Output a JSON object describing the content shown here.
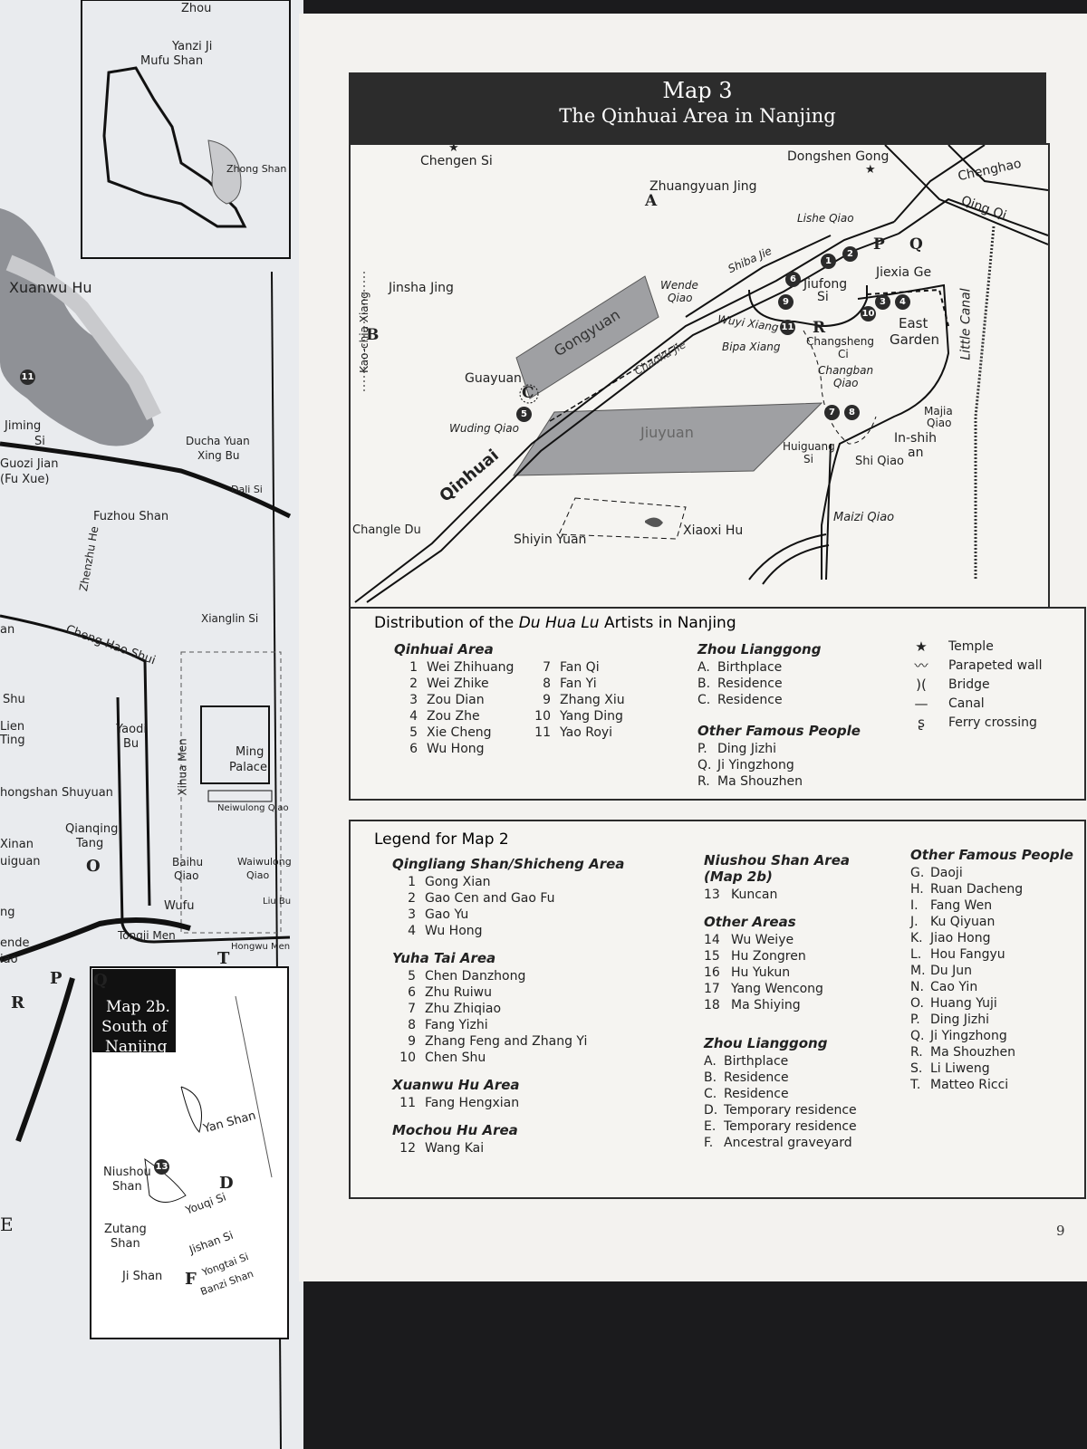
{
  "page_number": "9",
  "map3": {
    "title_line1": "Map 3",
    "title_line2": "The Qinhuai Area in Nanjing",
    "labels": {
      "chengen_si": "Chengen Si",
      "dongshen_gong": "Dongshen Gong",
      "chenghao": "Chenghao",
      "qing_qi": "Qing Qi",
      "zhuangyuan_jing": "Zhuangyuan Jing",
      "a": "A",
      "lishe_qiao": "Lishe Qiao",
      "p": "P",
      "q": "Q",
      "jinsha_jing": "Jinsha Jing",
      "shiba_jie": "Shiba Jie",
      "jiexia_ge": "Jiexia Ge",
      "jiufong_si_1": "Jiufong",
      "jiufong_si_2": "Si",
      "wende_qiao_1": "Wende",
      "wende_qiao_2": "Qiao",
      "kao_chia_xiang": "Kao-chia Xiang",
      "b": "B",
      "gongyuan": "Gongyuan",
      "wuyi_xiang": "Wuyi Xiang",
      "r": "R",
      "east_garden_1": "East",
      "east_garden_2": "Garden",
      "little_canal": "Little Canal",
      "bipa_xiang": "Bipa Xiang",
      "changsheng_ci_1": "Changsheng",
      "changsheng_ci_2": "Ci",
      "chaoku_jie": "Chaoku Jie",
      "guayuan": "Guayuan",
      "c": "C",
      "changban_qiao_1": "Changban",
      "changban_qiao_2": "Qiao",
      "wuding_qiao": "Wuding Qiao",
      "jiuyuan": "Jiuyuan",
      "majia_qiao_1": "Majia",
      "majia_qiao_2": "Qiao",
      "inshih_an_1": "In-shih",
      "inshih_an_2": "an",
      "huiguang_si_1": "Huiguang",
      "huiguang_si_2": "Si",
      "shi_qiao": "Shi Qiao",
      "qinhuai": "Qinhuai",
      "maizi_qiao": "Maizi Qiao",
      "changle_du": "Changle Du",
      "shiyin_yuan": "Shiyin Yuan",
      "xiaoxi_hu": "Xiaoxi Hu"
    },
    "markers": [
      "1",
      "2",
      "3",
      "4",
      "5",
      "6",
      "7",
      "8",
      "9",
      "10",
      "11"
    ]
  },
  "distribution": {
    "heading_prefix": "Distribution of the ",
    "heading_italic": "Du Hua Lu",
    "heading_suffix": " Artists in Nanjing",
    "qinhuai_title": "Qinhuai Area",
    "qinhuai_col1": [
      {
        "k": "1",
        "v": "Wei Zhihuang"
      },
      {
        "k": "2",
        "v": "Wei Zhike"
      },
      {
        "k": "3",
        "v": "Zou Dian"
      },
      {
        "k": "4",
        "v": "Zou Zhe"
      },
      {
        "k": "5",
        "v": "Xie Cheng"
      },
      {
        "k": "6",
        "v": "Wu Hong"
      }
    ],
    "qinhuai_col2": [
      {
        "k": "7",
        "v": "Fan Qi"
      },
      {
        "k": "8",
        "v": "Fan Yi"
      },
      {
        "k": "9",
        "v": "Zhang Xiu"
      },
      {
        "k": "10",
        "v": "Yang Ding"
      },
      {
        "k": "11",
        "v": "Yao Royi"
      }
    ],
    "zhou_title": "Zhou Lianggong",
    "zhou_items": [
      {
        "k": "A.",
        "v": "Birthplace"
      },
      {
        "k": "B.",
        "v": "Residence"
      },
      {
        "k": "C.",
        "v": "Residence"
      }
    ],
    "other_title": "Other Famous People",
    "other_items": [
      {
        "k": "P.",
        "v": "Ding Jizhi"
      },
      {
        "k": "Q.",
        "v": "Ji Yingzhong"
      },
      {
        "k": "R.",
        "v": "Ma Shouzhen"
      }
    ],
    "legend": [
      {
        "sym": "★",
        "v": "Temple"
      },
      {
        "sym": "〰",
        "v": "Parapeted wall"
      },
      {
        "sym": ")(",
        "v": "Bridge"
      },
      {
        "sym": "—",
        "v": "Canal"
      },
      {
        "sym": "ʂ",
        "v": "Ferry crossing"
      }
    ]
  },
  "legend_map2": {
    "heading": "Legend for Map 2",
    "qingliang_title": "Qingliang Shan/Shicheng Area",
    "qingliang": [
      {
        "k": "1",
        "v": "Gong Xian"
      },
      {
        "k": "2",
        "v": "Gao Cen and Gao Fu"
      },
      {
        "k": "3",
        "v": "Gao Yu"
      },
      {
        "k": "4",
        "v": "Wu Hong"
      }
    ],
    "yuhua_title": "Yuha Tai Area",
    "yuhua": [
      {
        "k": "5",
        "v": "Chen Danzhong"
      },
      {
        "k": "6",
        "v": "Zhu Ruiwu"
      },
      {
        "k": "7",
        "v": "Zhu Zhiqiao"
      },
      {
        "k": "8",
        "v": "Fang Yizhi"
      },
      {
        "k": "9",
        "v": "Zhang Feng and Zhang Yi"
      },
      {
        "k": "10",
        "v": "Chen Shu"
      }
    ],
    "xuanwu_title": "Xuanwu Hu Area",
    "xuanwu": [
      {
        "k": "11",
        "v": "Fang Hengxian"
      }
    ],
    "mochou_title": "Mochou Hu Area",
    "mochou": [
      {
        "k": "12",
        "v": "Wang Kai"
      }
    ],
    "niushou_title_1": "Niushou Shan Area",
    "niushou_title_2": "(Map 2b)",
    "niushou": [
      {
        "k": "13",
        "v": "Kuncan"
      }
    ],
    "other_areas_title": "Other Areas",
    "other_areas": [
      {
        "k": "14",
        "v": "Wu Weiye"
      },
      {
        "k": "15",
        "v": "Hu Zongren"
      },
      {
        "k": "16",
        "v": "Hu Yukun"
      },
      {
        "k": "17",
        "v": "Yang Wencong"
      },
      {
        "k": "18",
        "v": "Ma Shiying"
      }
    ],
    "zhou_title": "Zhou Lianggong",
    "zhou": [
      {
        "k": "A.",
        "v": "Birthplace"
      },
      {
        "k": "B.",
        "v": "Residence"
      },
      {
        "k": "C.",
        "v": "Residence"
      },
      {
        "k": "D.",
        "v": "Temporary residence"
      },
      {
        "k": "E.",
        "v": "Temporary residence"
      },
      {
        "k": "F.",
        "v": "Ancestral graveyard"
      }
    ],
    "famous_title": "Other Famous People",
    "famous": [
      {
        "k": "G.",
        "v": "Daoji"
      },
      {
        "k": "H.",
        "v": "Ruan Dacheng"
      },
      {
        "k": "I.",
        "v": "Fang Wen"
      },
      {
        "k": "J.",
        "v": "Ku Qiyuan"
      },
      {
        "k": "K.",
        "v": "Jiao Hong"
      },
      {
        "k": "L.",
        "v": "Hou Fangyu"
      },
      {
        "k": "M.",
        "v": "Du Jun"
      },
      {
        "k": "N.",
        "v": "Cao Yin"
      },
      {
        "k": "O.",
        "v": "Huang Yuji"
      },
      {
        "k": "P.",
        "v": "Ding Jizhi"
      },
      {
        "k": "Q.",
        "v": "Ji Yingzhong"
      },
      {
        "k": "R.",
        "v": "Ma Shouzhen"
      },
      {
        "k": "S.",
        "v": "Li Liweng"
      },
      {
        "k": "T.",
        "v": "Matteo Ricci"
      }
    ]
  },
  "left_page": {
    "labels": {
      "zhou": "Zhou",
      "yanzi_ji": "Yanzi Ji",
      "mufu_shan": "Mufu Shan",
      "zhong_shan": "Zhong Shan",
      "xuanwu_hu": "Xuanwu Hu",
      "jiming": "Jiming",
      "si": "Si",
      "guozi_jian": "Guozi Jian",
      "fu_xue": "(Fu Xue)",
      "ducha_yuan": "Ducha Yuan",
      "xing_bu": "Xing Bu",
      "dali_si": "Dali Si",
      "fuzhou_shan": "Fuzhou Shan",
      "zhenzhu_he": "Zhenzhu He",
      "xianglin_si": "Xianglin Si",
      "an": "an",
      "cheng_hao_shui": "Cheng Hao Shui",
      "shu": "Shu",
      "lien": "Lien",
      "ting": "Ting",
      "yaodi_bu_1": "Yaodi",
      "yaodi_bu_2": "Bu",
      "xihua_men": "Xihua Men",
      "ming_palace_1": "Ming",
      "ming_palace_2": "Palace",
      "neiwulong_qiao": "Neiwulong Qiao",
      "hongshan_shuyuan": "hongshan Shuyuan",
      "qianqing_tang_1": "Qianqing",
      "qianqing_tang_2": "Tang",
      "xinan": "Xinan",
      "uiguan": "uiguan",
      "o": "O",
      "baihu_qiao_1": "Baihu",
      "baihu_qiao_2": "Qiao",
      "waiwulong_qiao_1": "Waiwulong",
      "waiwulong_qiao_2": "Qiao",
      "wufu": "Wufu",
      "liu_bu": "Liu Bu",
      "tongji_men": "Tongji Men",
      "hongwu_men": "Hongwu Men",
      "t": "T",
      "p": "P",
      "q": "Q",
      "r": "R",
      "ende": "ende",
      "iao": "iao",
      "ng": "ng",
      "map2b_1": "Map 2b.",
      "map2b_2": "South of",
      "map2b_3": "Nanjing",
      "yan_shan": "Yan Shan",
      "niushou_shan_1": "Niushou",
      "niushou_shan_2": "Shan",
      "d": "D",
      "youqi_si": "Youqi Si",
      "zutang_shan_1": "Zutang",
      "zutang_shan_2": "Shan",
      "jishan_si": "Jishan Si",
      "ji_shan": "Ji Shan",
      "f": "F",
      "yongtai_si": "Yongtai Si",
      "banzi_shan": "Banzi Shan",
      "e": "E",
      "marker_11": "11",
      "marker_13": "13"
    }
  }
}
